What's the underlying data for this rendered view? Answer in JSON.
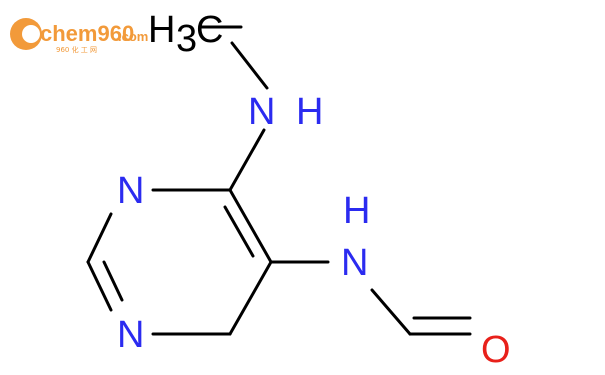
{
  "watermark": {
    "brand": "chem960",
    "tld": ".com",
    "subtitle": "960 化 工 网",
    "brand_color": "#f29a3a"
  },
  "molecule": {
    "atom_colors": {
      "N": "#2b2bf0",
      "O": "#e8201a",
      "C": "#000000"
    },
    "bond_color": "#000000",
    "atoms": {
      "methyl_h": "H",
      "methyl_sub": "3",
      "methyl_c": "C",
      "amine_n": "N",
      "amine_h": "H",
      "ring_n_upper": "N",
      "ring_n_lower": "N",
      "amide_n": "N",
      "amide_h": "H",
      "carbonyl_o": "O"
    }
  }
}
